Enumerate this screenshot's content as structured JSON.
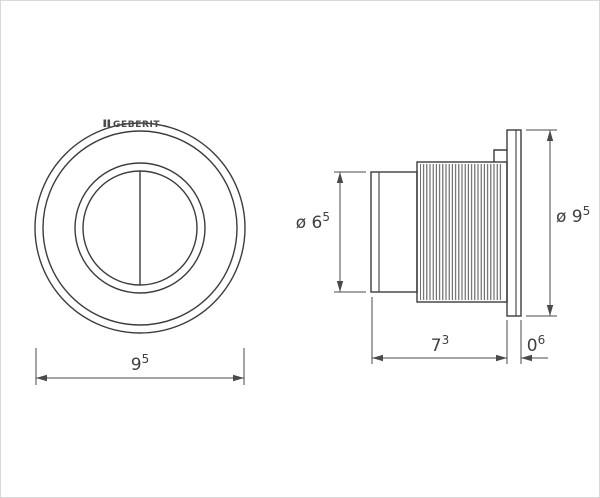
{
  "drawing": {
    "brand": "GEBERIT",
    "colors": {
      "line": "#3c3c3c",
      "dimension": "#4a4a4a",
      "background": "#ffffff",
      "frame_border": "#d9d9d9"
    },
    "dimensions": {
      "front_width": {
        "value": "9",
        "sup": "5"
      },
      "side_inner_diameter": {
        "value": "ø 6",
        "sup": "5"
      },
      "side_outer_diameter": {
        "value": "ø 9",
        "sup": "5"
      },
      "side_depth": {
        "value": "7",
        "sup": "3"
      },
      "side_flange_thickness": {
        "value": "0",
        "sup": "6"
      }
    }
  }
}
